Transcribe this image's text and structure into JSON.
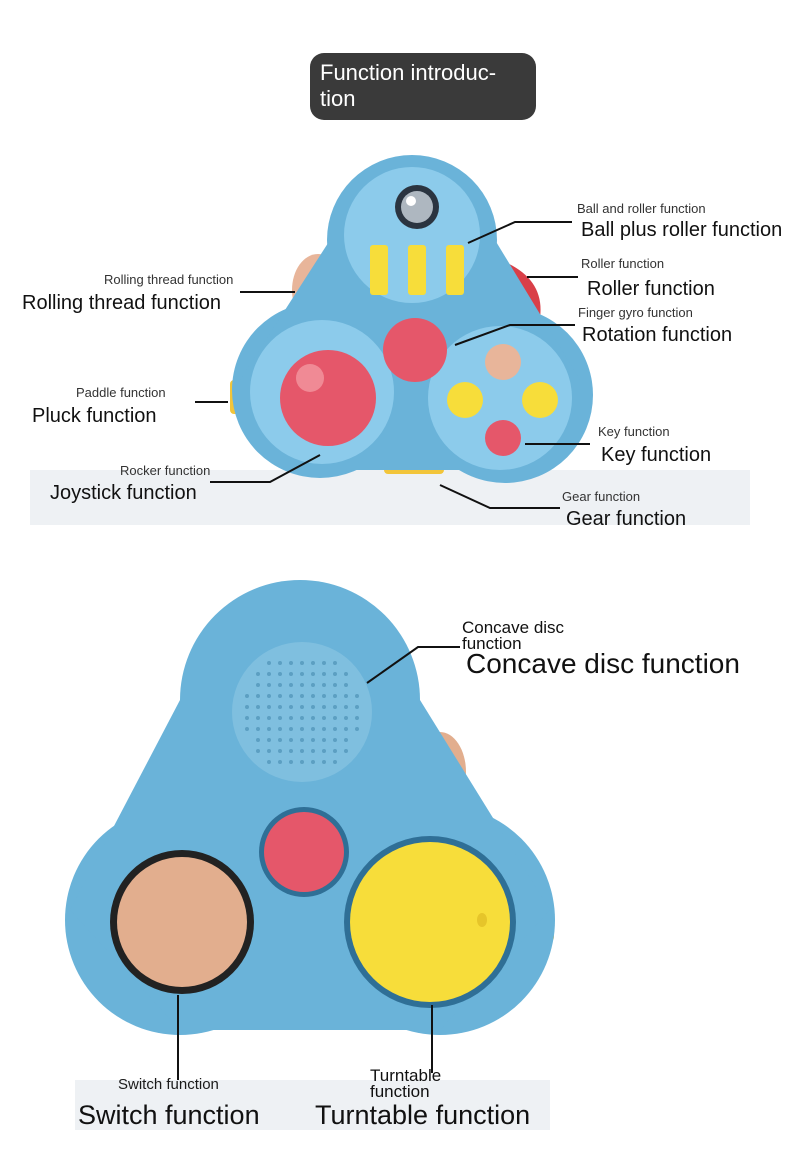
{
  "title": "Function introduc-\ntion",
  "top_labels": {
    "ball_small": "Ball and roller function",
    "ball_big": "Ball plus roller function",
    "roller_small": "Roller function",
    "roller_big": "Roller function",
    "gyro_small": "Finger gyro function",
    "rotation_big": "Rotation function",
    "thread_small": "Rolling thread function",
    "thread_big": "Rolling thread function",
    "paddle_small": "Paddle function",
    "pluck_big": "Pluck function",
    "key_small": "Key function",
    "key_big": "Key function",
    "rocker_small": "Rocker function",
    "joystick_big": "Joystick function",
    "gear_small": "Gear function",
    "gear_big": "Gear function"
  },
  "bottom_labels": {
    "concave_small": "Concave disc function",
    "concave_big": "Concave disc function",
    "switch_small": "Switch function",
    "switch_big": "Switch function",
    "turntable_small": "Turntable function",
    "turntable_big": "Turntable function"
  },
  "colors": {
    "body": "#6ab3d9",
    "body_light": "#8ccbeb",
    "red": "#e5576a",
    "yellow": "#f7dd3a",
    "peach": "#e8b59a",
    "dark_red": "#c73a3f"
  }
}
